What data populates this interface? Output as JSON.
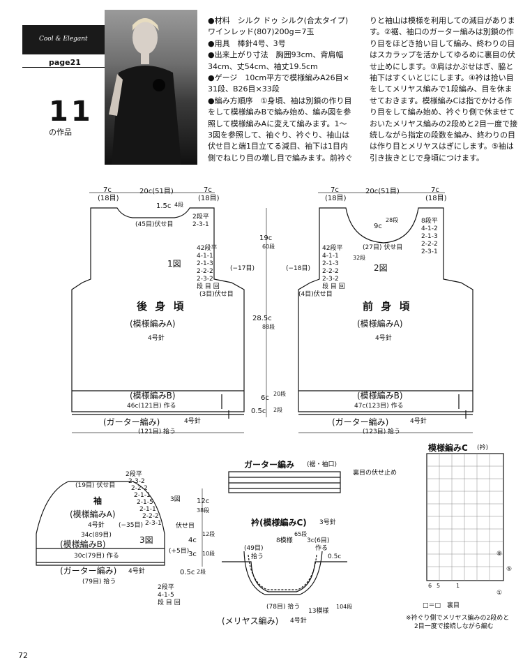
{
  "header": {
    "series_label": "Cool & Elegant",
    "page_ref": "page21",
    "work_number": "11",
    "work_suffix": "の作品"
  },
  "instructions": {
    "col1": [
      "●材料　シルク ドゥ シルク(合太タイプ)",
      "ワインレッド(807)200g＝7玉",
      "●用具　棒針4号、3号",
      "●出来上がり寸法　胸囲93cm、背肩幅",
      "34cm、丈54cm、袖丈19.5cm",
      "●ゲージ　10cm平方で模様編みA26目×",
      "31段、B26目×33段",
      "●編み方順序　①身頃、袖は別鎖の作り目",
      "をして模様編みBで編み始め、編み図を参",
      "照して模様編みAに変えて編みます。1～",
      "3図を参照して、袖ぐり、衿ぐり、袖山は",
      "伏せ目と端1目立てる減目、袖下は1目内",
      "側でねじり目の増し目で編みます。前衿ぐ"
    ],
    "col2": [
      "りと袖山は模様を利用しての減目があります。②裾、袖口のガーター編みは別鎖の作り目をほどき拾い目して編み、終わりの目はスカラップを活かしてゆるめに裏目の伏せ止めにします。③肩はかぶせはぎ、脇と袖下はすくいとじにします。④衿は拾い目をしてメリヤス編みで1段編み、目を休ませておきます。模様編みCは指でかける作り目をして編み始め、衿ぐり側で休ませておいたメリヤス編みの2段めと2目一度で接続しながら指定の段数を編み、終わりの目は作り目とメリヤスはぎにします。⑤袖は引き抜きとじで身頃につけます。"
    ]
  },
  "back": {
    "fig": "1図",
    "title": "後 身 頃",
    "pattern": "(模様編みA)",
    "needle": "4号針",
    "shoulder_w": "7c",
    "shoulder_st": "(18目)",
    "neck_w": "20c(51目)",
    "neck_depth": "1.5c",
    "neck_rows": "4段",
    "neck_dec_a": "2段平",
    "neck_dec_b": "2-3-1",
    "neck_bind": "(45目)伏せ目",
    "armhole_dec": [
      "42段平",
      "4-1-1",
      "2-1-3",
      "2-2-2",
      "2-3-2",
      "段 目 回"
    ],
    "armhole_bind": "(3目)伏せ目",
    "armhole_st": "(−17目)",
    "h1": "19c",
    "h1_rows": "60段",
    "h2": "28.5c",
    "h2_rows": "88段",
    "h3": "6c",
    "h3_rows": "20段",
    "h4": "0.5c",
    "h4_rows": "2段",
    "band": "(模様編みB)",
    "cast_on": "46c(121目) 作る",
    "garter": "(ガーター編み)",
    "garter_needle": "4号針",
    "pickup": "(121目) 拾う"
  },
  "front": {
    "fig": "2図",
    "title": "前 身 頃",
    "pattern": "(模様編みA)",
    "needle": "4号針",
    "shoulder_w": "7c",
    "shoulder_st": "(18目)",
    "neck_w": "20c(51目)",
    "neck_depth": "9c",
    "neck_rows": "28段",
    "neck_dec": [
      "8段平",
      "4-1-2",
      "2-1-3",
      "2-2-2",
      "2-3-1"
    ],
    "neck_bind": "(27目) 伏せ目",
    "armhole_dec": [
      "42段平",
      "4-1-1",
      "2-1-3",
      "2-2-2",
      "2-3-2",
      "段 目 回"
    ],
    "armhole_rows": "32段",
    "armhole_bind": "(4目)伏せ目",
    "armhole_st": "(−18目)",
    "band": "(模様編みB)",
    "cast_on": "47c(123目) 作る",
    "garter": "(ガーター編み)",
    "garter_needle": "4号針",
    "pickup": "(123目) 拾う"
  },
  "sleeve": {
    "title": "袖",
    "pattern": "(模様編みA)",
    "needle": "4号針",
    "dec_st": "(−35目)",
    "bind_top": "(19目) 伏せ目",
    "cap_dec": [
      "2段平",
      "2-3-2",
      "2-2-2",
      "2-1-1",
      "2-1-5",
      "2-1-1",
      "2-2-2",
      "2-3-1"
    ],
    "ref_fig": "3図",
    "bind_side": "伏せ目",
    "w_upper": "34c(89目)",
    "band": "(模様編みB)",
    "fig": "3図",
    "w_lower": "30c(79目) 作る",
    "plus": "(+5目)",
    "garter": "(ガーター編み)",
    "garter_needle": "4号針",
    "pickup": "(79目) 拾う",
    "inc": [
      "2段平",
      "4-1-5",
      "段 目 回"
    ],
    "h1": "12c",
    "h1_rows": "38段",
    "h2": "4c",
    "h2_rows": "12段",
    "h3": "3c",
    "h3_rows": "10段",
    "h4": "0.5c",
    "h4_rows": "2段"
  },
  "garter_chart": {
    "title": "ガーター編み",
    "subtitle": "(裾・袖口)",
    "note": "裏目の伏せ止め"
  },
  "collar": {
    "title": "衿(模様編みC)",
    "needle": "3号針",
    "a": "(49目)",
    "b": "拾う",
    "c": "8模様",
    "c_rows": "65段",
    "d": "3c(6目)",
    "d2": "作る",
    "e": "0.5c",
    "f": "(78目) 拾う",
    "g": "13模様",
    "g_rows": "104段",
    "base": "(メリヤス編み)",
    "base_needle": "4号針"
  },
  "patC": {
    "title": "模様編みC",
    "side": "(衿)",
    "arrows": [
      "⑧",
      "⑤",
      "①"
    ],
    "cols": [
      "6",
      "5",
      "1"
    ],
    "legend_sym": "□＝□　裏目",
    "note1": "※衿ぐり側でメリヤス編みの2段めと",
    "note2": "2目一度で接続しながら編む"
  },
  "page_number": "72"
}
